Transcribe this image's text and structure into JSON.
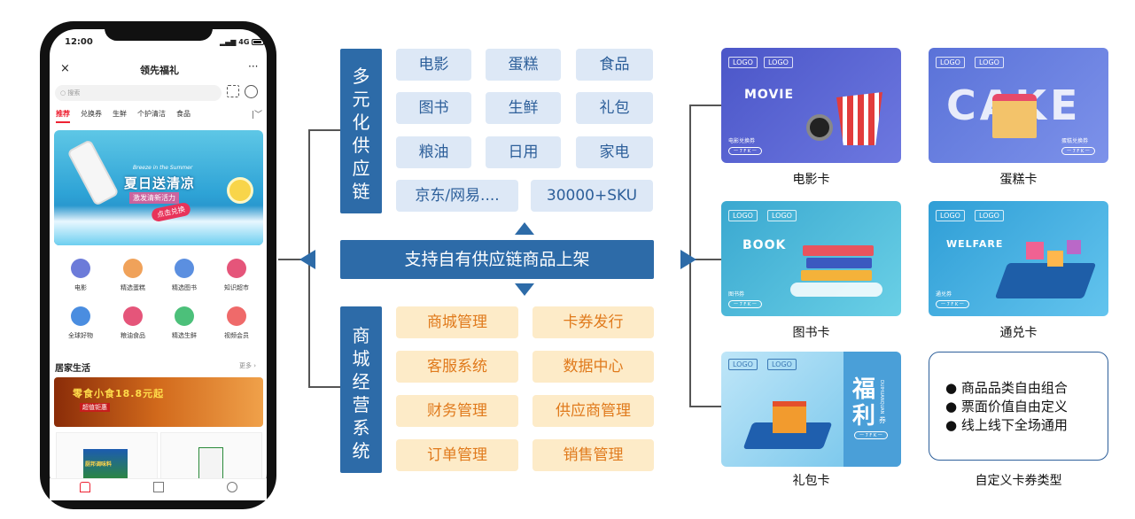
{
  "phone": {
    "time": "12:00",
    "signal": "4G",
    "nav_close": "×",
    "title": "领先福礼",
    "nav_more": "···",
    "search_placeholder": "搜索",
    "tabs": [
      "推荐",
      "兑换券",
      "生鲜",
      "个护清洁",
      "食品"
    ],
    "banner": {
      "english": "Breeze in the Summer",
      "title": "夏日送清凉",
      "subtitle": "激发清新活力",
      "button": "点击兑换"
    },
    "icons": [
      {
        "label": "电影",
        "icon": "film-icon",
        "color": "#6c7bd9"
      },
      {
        "label": "精选蛋糕",
        "icon": "cake-icon",
        "color": "#f0a25a"
      },
      {
        "label": "精选图书",
        "icon": "book-icon",
        "color": "#5b8fe0"
      },
      {
        "label": "知识超市",
        "icon": "graduation-icon",
        "color": "#e5557a"
      },
      {
        "label": "全球好物",
        "icon": "globe-icon",
        "color": "#4a8de0"
      },
      {
        "label": "粮油食品",
        "icon": "grain-icon",
        "color": "#e5557a"
      },
      {
        "label": "精选生鲜",
        "icon": "apple-icon",
        "color": "#4cc07a"
      },
      {
        "label": "视频会员",
        "icon": "video-icon",
        "color": "#ef6a6a"
      }
    ],
    "section_title": "居家生活",
    "section_more": "更多",
    "promo_text": "零食小食18.8元起",
    "promo_sub": "超值钜惠",
    "product1_text": "厨邦调味料",
    "tabbar": [
      "首页",
      "购物车",
      "我的"
    ]
  },
  "diagram": {
    "supply_chain_label": [
      "多",
      "元",
      "化",
      "供",
      "应",
      "链"
    ],
    "supply_chain_items": [
      "电影",
      "蛋糕",
      "食品",
      "图书",
      "生鲜",
      "礼包",
      "粮油",
      "日用",
      "家电"
    ],
    "supply_chain_wide": [
      "京东/网易....",
      "30000+SKU"
    ],
    "center": "支持自有供应链商品上架",
    "mall_label": [
      "商",
      "城",
      "经",
      "营",
      "系",
      "统"
    ],
    "mall_items": [
      "商城管理",
      "卡券发行",
      "客服系统",
      "数据中心",
      "财务管理",
      "供应商管理",
      "订单管理",
      "销售管理"
    ]
  },
  "cards": [
    {
      "label": "电影卡",
      "word": "MOVIE",
      "logo1": "LOGO",
      "logo2": "LOGO",
      "small": "电影兑换券",
      "pill": "一 7 F K 一",
      "colors": [
        "#4b56c8",
        "#6d78e0"
      ]
    },
    {
      "label": "蛋糕卡",
      "word": "CAKE",
      "logo1": "LOGO",
      "logo2": "LOGO",
      "small": "蛋糕兑换券",
      "pill": "一 7 F K 一",
      "colors": [
        "#5a72d8",
        "#7d92ea"
      ]
    },
    {
      "label": "图书卡",
      "word": "BOOK",
      "logo1": "LOGO",
      "logo2": "LOGO",
      "small": "图书券",
      "pill": "一 7 F K 一",
      "colors": [
        "#3aa8d0",
        "#6ad0e6"
      ]
    },
    {
      "label": "通兑卡",
      "word": "WELFARE",
      "logo1": "LOGO",
      "logo2": "LOGO",
      "small": "通兑券",
      "pill": "一 7 F K 一",
      "colors": [
        "#2f9ed6",
        "#63c4ee"
      ]
    },
    {
      "label": "礼包卡",
      "word": "福利",
      "word_suffix": "券",
      "logo1": "LOGO",
      "logo2": "LOGO",
      "small": "DUIHUANQUAN",
      "pill": "一 7 F K 一",
      "colors": [
        "#6ec2ea",
        "#3c9fd6"
      ]
    }
  ],
  "custom": {
    "bullets": [
      "商品品类自由组合",
      "票面价值自由定义",
      "线上线下全场通用"
    ],
    "label": "自定义卡券类型"
  }
}
